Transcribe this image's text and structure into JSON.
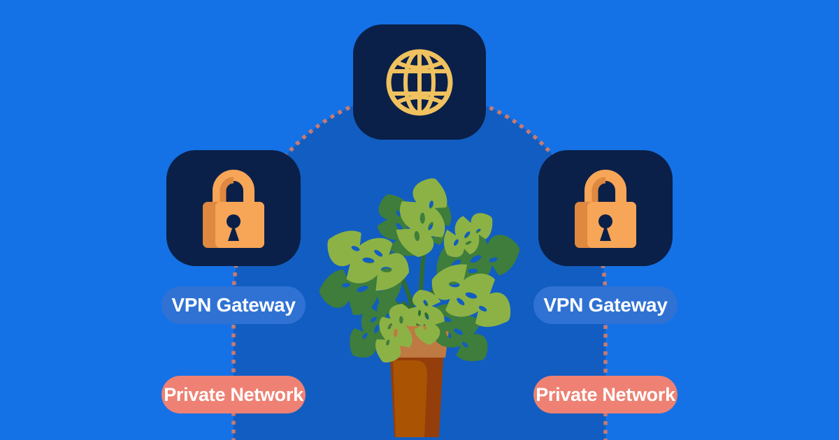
{
  "diagram": {
    "type": "vpn-network-illustration",
    "internet_node": {
      "icon": "globe-icon"
    },
    "left_branch": {
      "node_icon": "lock-icon",
      "gateway_label": "VPN Gateway",
      "network_label": "Private Network"
    },
    "right_branch": {
      "node_icon": "lock-icon",
      "gateway_label": "VPN Gateway",
      "network_label": "Private Network"
    },
    "decoration": {
      "center": "potted-monstera-plant"
    },
    "colors": {
      "background": "#1571E6",
      "dome": "#125DC1",
      "node_card": "#0A2048",
      "globe_gold": "#EFC25F",
      "lock_orange": "#F7A557",
      "lock_orange_shade": "#DE8840",
      "gateway_pill": "#2F72D3",
      "network_pill": "#EE8173",
      "dotted_line": "#C77B70",
      "leaf_light": "#8CB245",
      "leaf_dark": "#3E7D3B",
      "stem_green": "#2F6B33",
      "pot_rim": "#BF7942",
      "pot_body": "#943E0B",
      "pot_body_light": "#AA5303",
      "label_text": "#FFFFFF"
    }
  }
}
